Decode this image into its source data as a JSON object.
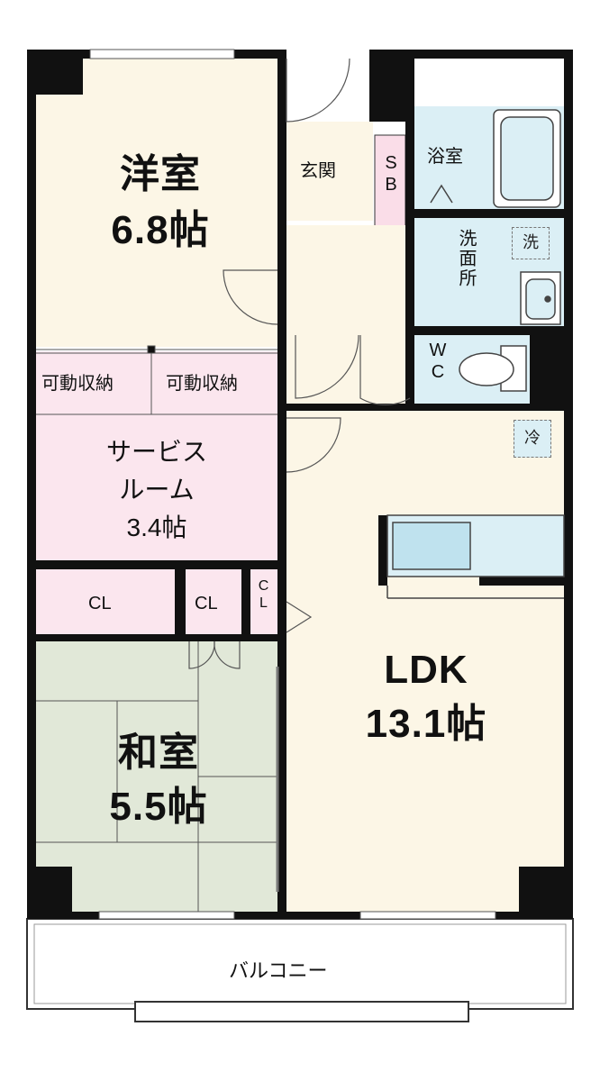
{
  "rooms": {
    "western": {
      "name": "洋室",
      "size": "6.8帖"
    },
    "entrance": {
      "name": "玄関"
    },
    "shoe_box": {
      "name": "SB"
    },
    "bath": {
      "name": "浴室"
    },
    "washroom": {
      "name": "洗面所"
    },
    "washer_tag": {
      "name": "洗"
    },
    "toilet": {
      "name": "WC"
    },
    "storage_left": {
      "name": "可動収納"
    },
    "storage_right": {
      "name": "可動収納"
    },
    "service_room": {
      "line1": "サービス",
      "line2": "ルーム",
      "size": "3.4帖"
    },
    "closet_1": {
      "name": "CL"
    },
    "closet_2": {
      "name": "CL"
    },
    "closet_3": {
      "name": "CL"
    },
    "fridge_tag": {
      "name": "冷"
    },
    "ldk": {
      "name": "LDK",
      "size": "13.1帖"
    },
    "japanese": {
      "name": "和室",
      "size": "5.5帖"
    },
    "balcony": {
      "name": "バルコニー"
    }
  },
  "colors": {
    "wall": "#111111",
    "cream": "#fcf6e6",
    "pink": "#fbe6ee",
    "blue": "#dbeff5",
    "tatami": "#e1e8d8",
    "sb": "#fadde8"
  }
}
